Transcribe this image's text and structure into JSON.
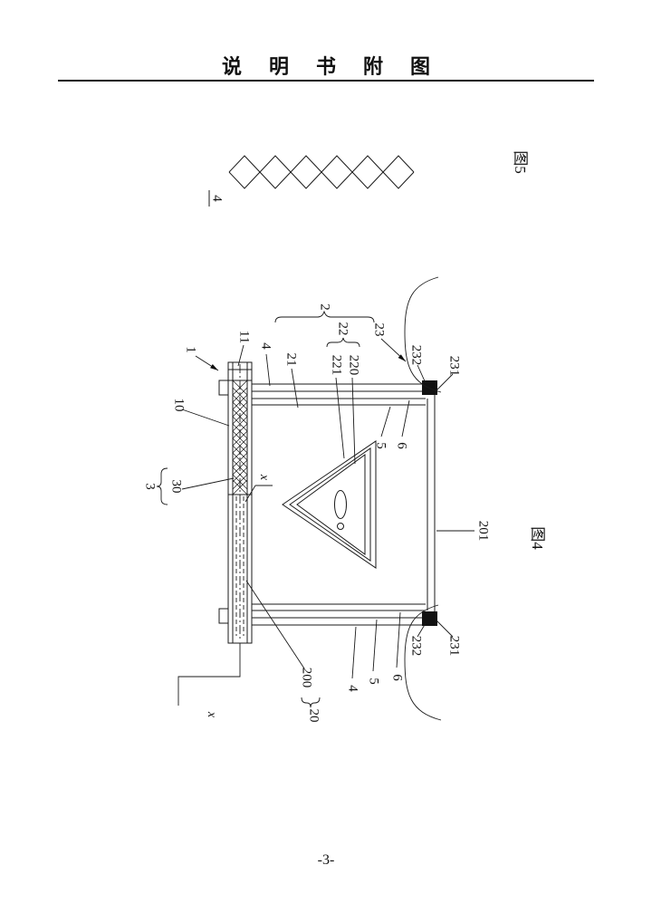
{
  "header": {
    "title": "说明书附图"
  },
  "footer": {
    "page_number": "-3-"
  },
  "fig5": {
    "caption": "图5",
    "part_label": "4"
  },
  "fig4": {
    "caption": "图4",
    "labels": {
      "n1": "1",
      "n11": "11",
      "n10": "10",
      "n3": "3",
      "n30": "30",
      "n4_top": "4",
      "n21": "21",
      "n2": "2",
      "n22": "22",
      "n221": "221",
      "n220": "220",
      "n23": "23",
      "n232_top": "232",
      "n231_top": "231",
      "n5_top": "5",
      "n6_top": "6",
      "n201": "201",
      "n232_bottom": "232",
      "n231_bottom": "231",
      "n4_bottom": "4",
      "n5_bottom": "5",
      "n6_bottom": "6",
      "n200": "200",
      "n20": "20",
      "section_x_upper": "x",
      "section_x_lower": "x"
    }
  }
}
